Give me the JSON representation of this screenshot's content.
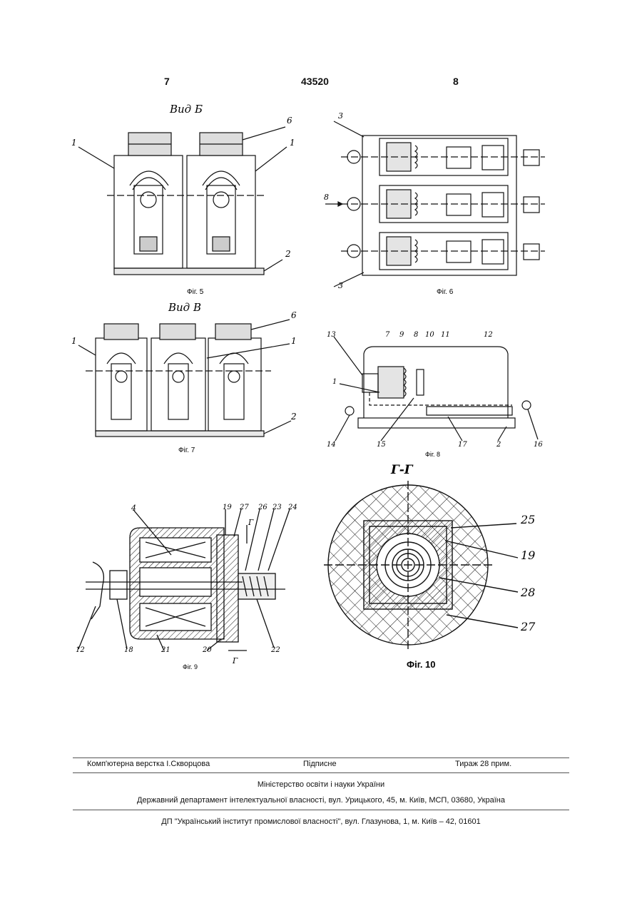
{
  "header": {
    "left": "7",
    "center": "43520",
    "right": "8"
  },
  "figures": {
    "fig5": {
      "view": "Вид Б",
      "caption": "Фіг. 5",
      "labels": [
        "6",
        "1",
        "1",
        "2"
      ]
    },
    "fig6": {
      "caption": "Фіг. 6",
      "labels": [
        "3",
        "8",
        "3"
      ]
    },
    "fig7": {
      "view": "Вид В",
      "caption": "Фіг. 7",
      "labels": [
        "6",
        "1",
        "1",
        "2"
      ]
    },
    "fig8": {
      "caption": "Фіг. 8",
      "labels": [
        "13",
        "7",
        "9",
        "8",
        "10",
        "11",
        "12",
        "1",
        "14",
        "15",
        "17",
        "2",
        "16"
      ]
    },
    "fig9": {
      "caption": "Фіг. 9",
      "labels": [
        "4",
        "19",
        "27",
        "26",
        "23",
        "24",
        "12",
        "18",
        "21",
        "20",
        "22",
        "Г",
        "Г"
      ]
    },
    "fig10": {
      "section": "Г-Г",
      "caption": "Фіг. 10",
      "labels": [
        "25",
        "19",
        "28",
        "27"
      ]
    }
  },
  "footer": {
    "layout": "Комп'ютерна верстка І.Скворцова",
    "signed": "Підписне",
    "circulation": "Тираж 28 прим.",
    "ministry": "Міністерство освіти і науки України",
    "department": "Державний департамент інтелектуальної власності, вул. Урицького, 45, м. Київ, МСП, 03680, Україна",
    "institute": "ДП \"Український інститут промислової власності\", вул. Глазунова, 1, м. Київ – 42, 01601"
  }
}
